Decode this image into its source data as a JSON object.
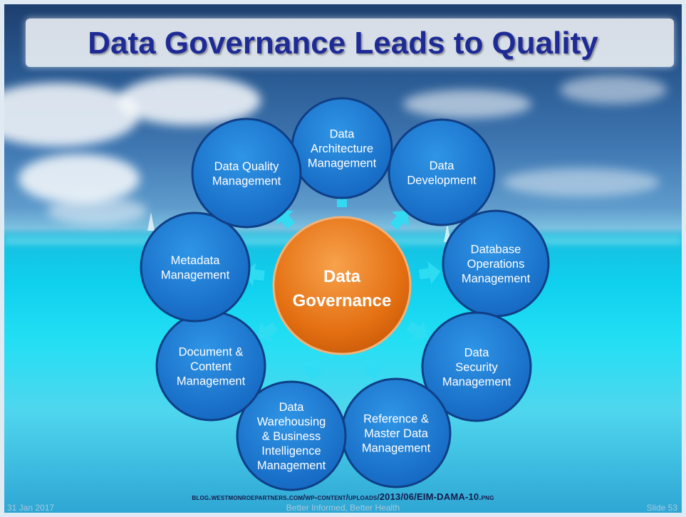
{
  "title": "Data Governance Leads to Quality",
  "diagram": {
    "center": {
      "lines": [
        "Data",
        "Governance"
      ]
    },
    "nodes": [
      {
        "id": "data-architecture-management",
        "lines": [
          "Data",
          "Architecture",
          "Management"
        ]
      },
      {
        "id": "data-development",
        "lines": [
          "Data",
          "Development"
        ]
      },
      {
        "id": "database-operations-management",
        "lines": [
          "Database",
          "Operations",
          "Management"
        ]
      },
      {
        "id": "data-security-management",
        "lines": [
          "Data",
          "Security",
          "Management"
        ]
      },
      {
        "id": "reference-master-data-management",
        "lines": [
          "Reference &",
          "Master Data",
          "Management"
        ]
      },
      {
        "id": "data-warehousing-bi-management",
        "lines": [
          "Data",
          "Warehousing",
          "& Business",
          "Intelligence",
          "Management"
        ]
      },
      {
        "id": "document-content-management",
        "lines": [
          "Document &",
          "Content",
          "Management"
        ]
      },
      {
        "id": "metadata-management",
        "lines": [
          "Metadata",
          "Management"
        ]
      },
      {
        "id": "data-quality-management",
        "lines": [
          "Data Quality",
          "Management"
        ]
      }
    ],
    "colors": {
      "node": "#1a7fd6",
      "node_border": "#0f3f86",
      "center": "#ee7a1e",
      "arrow": "#30dcf2"
    }
  },
  "footer": {
    "source_url_prefix": "blog.westmonroepartners.com/wp-content/uploads/",
    "source_url_year": "2013/06/EIM-DAMA-10",
    "source_url_ext": ".png",
    "date": "31 Jan 2017",
    "tagline": "Better Informed, Better Health",
    "slide_number": "Slide 53"
  }
}
